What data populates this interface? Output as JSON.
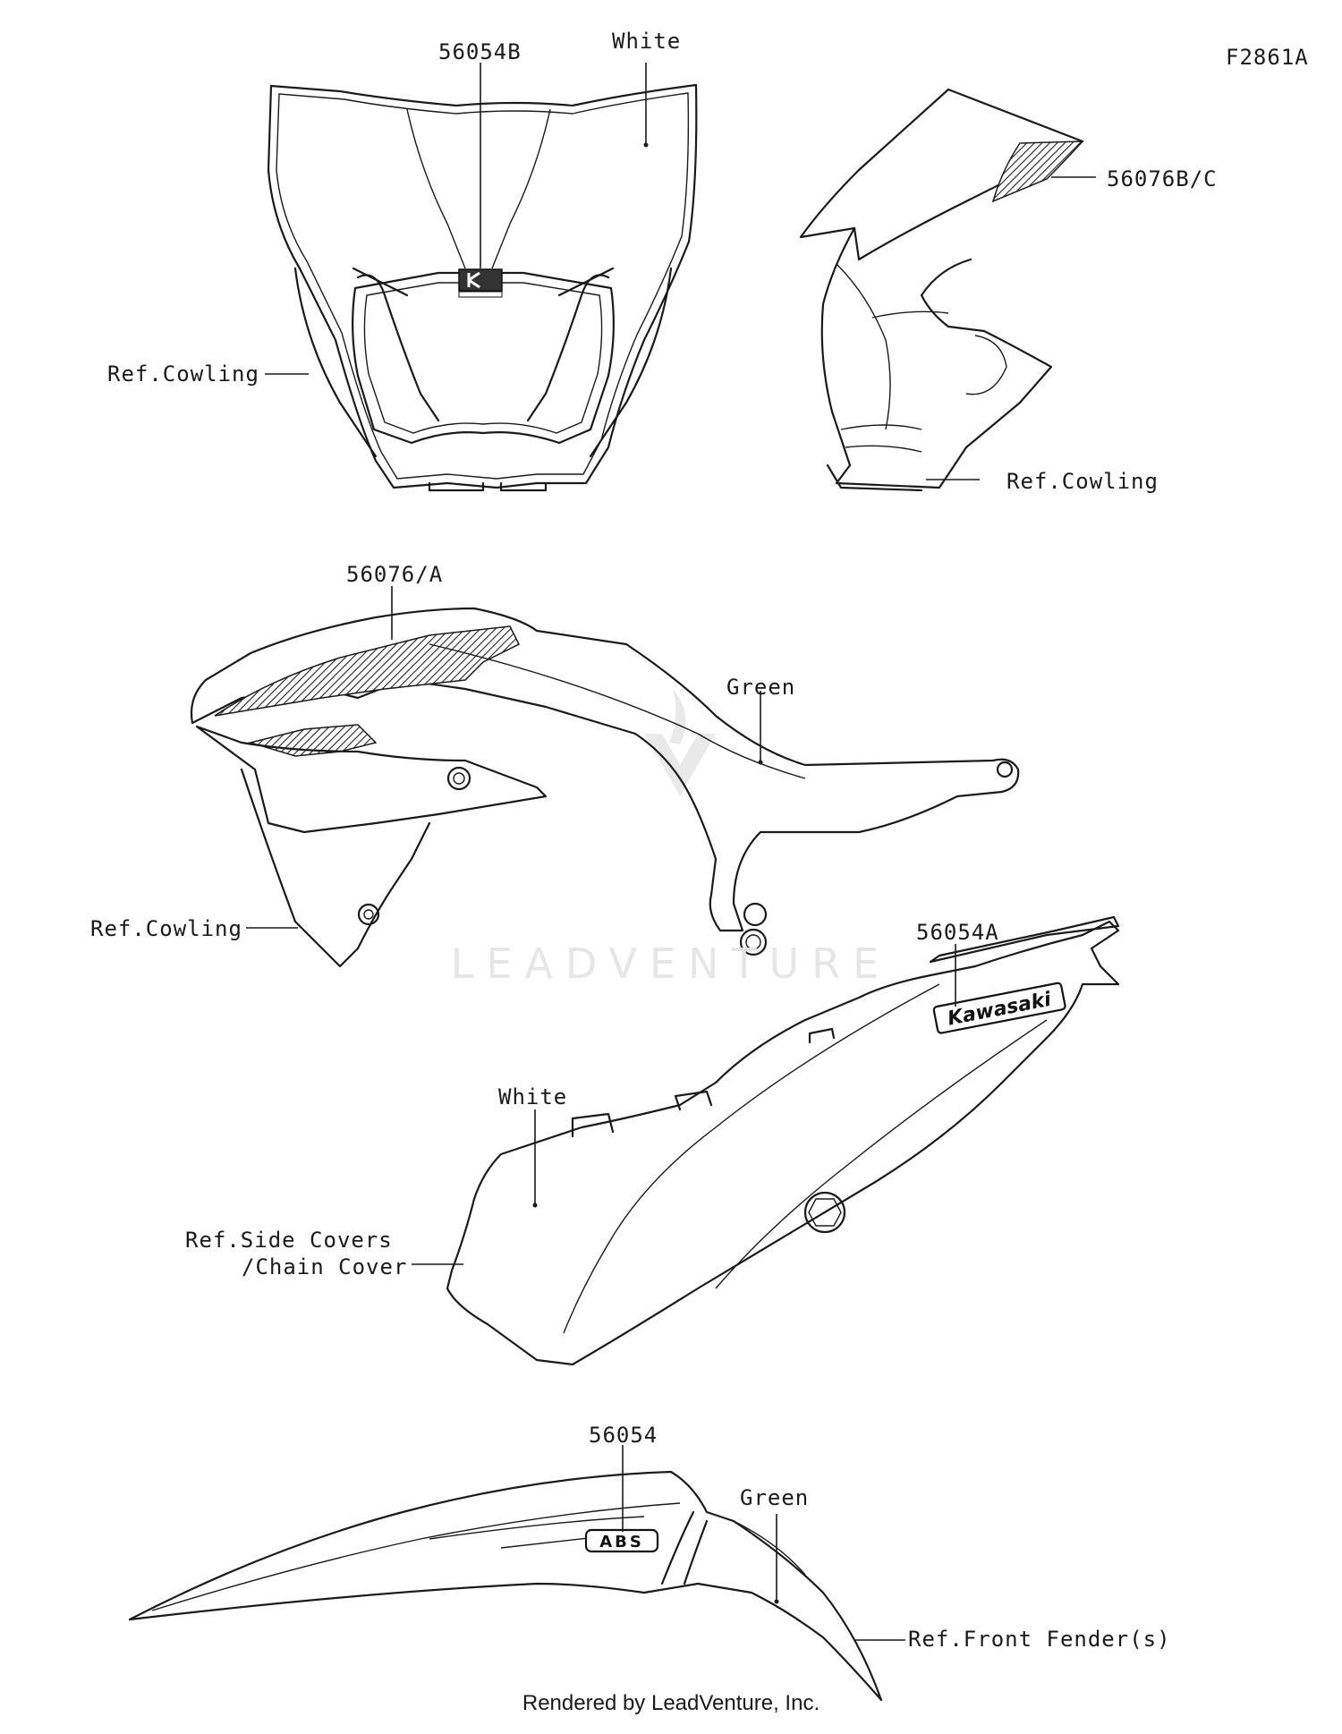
{
  "figure_code": "F2861A",
  "labels": {
    "l_56054b": "56054B",
    "l_white_top": "White",
    "l_ref_cowling_1": "Ref.Cowling",
    "l_56076bc": "56076B/C",
    "l_ref_cowling_2": "Ref.Cowling",
    "l_56076a": "56076/A",
    "l_green_mid": "Green",
    "l_ref_cowling_3": "Ref.Cowling",
    "l_56054a": "56054A",
    "l_white_mid": "White",
    "l_ref_side_covers_1": "Ref.Side Covers",
    "l_ref_side_covers_2": "/Chain Cover",
    "l_56054": "56054",
    "l_green_bottom": "Green",
    "l_ref_front_fender": "Ref.Front Fender(s)"
  },
  "decal_text": {
    "kawasaki": "Kawasaki",
    "abs": "ABS"
  },
  "watermark": "LEADVENTURE",
  "footer": "Rendered by LeadVenture, Inc."
}
